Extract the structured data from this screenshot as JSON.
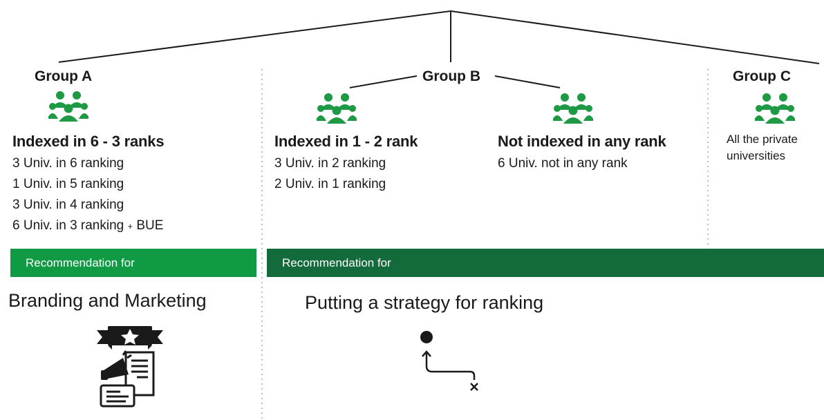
{
  "colors": {
    "icon_green": "#1d9a43",
    "bar_light": "#109a44",
    "bar_dark": "#136b3c"
  },
  "groups": {
    "a": {
      "title": "Group A",
      "icon": "people-group-icon",
      "heading": "Indexed in 6 - 3 ranks",
      "items": [
        "3 Univ.  in 6 ranking",
        "1 Univ.  in 5 ranking",
        "3 Univ.  in 4 ranking",
        "6 Univ.  in 3 ranking"
      ],
      "item4_suffix_plus": "+",
      "item4_suffix_text": " BUE"
    },
    "b": {
      "title": "Group B",
      "sub1": {
        "icon": "people-group-icon",
        "heading": "Indexed in 1 - 2 rank",
        "items": [
          "3 Univ.  in 2 ranking",
          "2 Univ.  in 1 ranking"
        ]
      },
      "sub2": {
        "icon": "people-group-icon",
        "heading": "Not indexed in any rank",
        "items": [
          "6 Univ. not in any rank"
        ]
      }
    },
    "c": {
      "title": "Group C",
      "icon": "people-group-icon",
      "lines": [
        "All the private",
        "universities"
      ]
    }
  },
  "recommendations": {
    "a": {
      "bar_label": "Recommendation for",
      "title": "Branding and Marketing",
      "icon": "branding-marketing-icon"
    },
    "b": {
      "bar_label": "Recommendation for",
      "title": "Putting a strategy for ranking",
      "icon": "strategy-path-icon"
    }
  }
}
